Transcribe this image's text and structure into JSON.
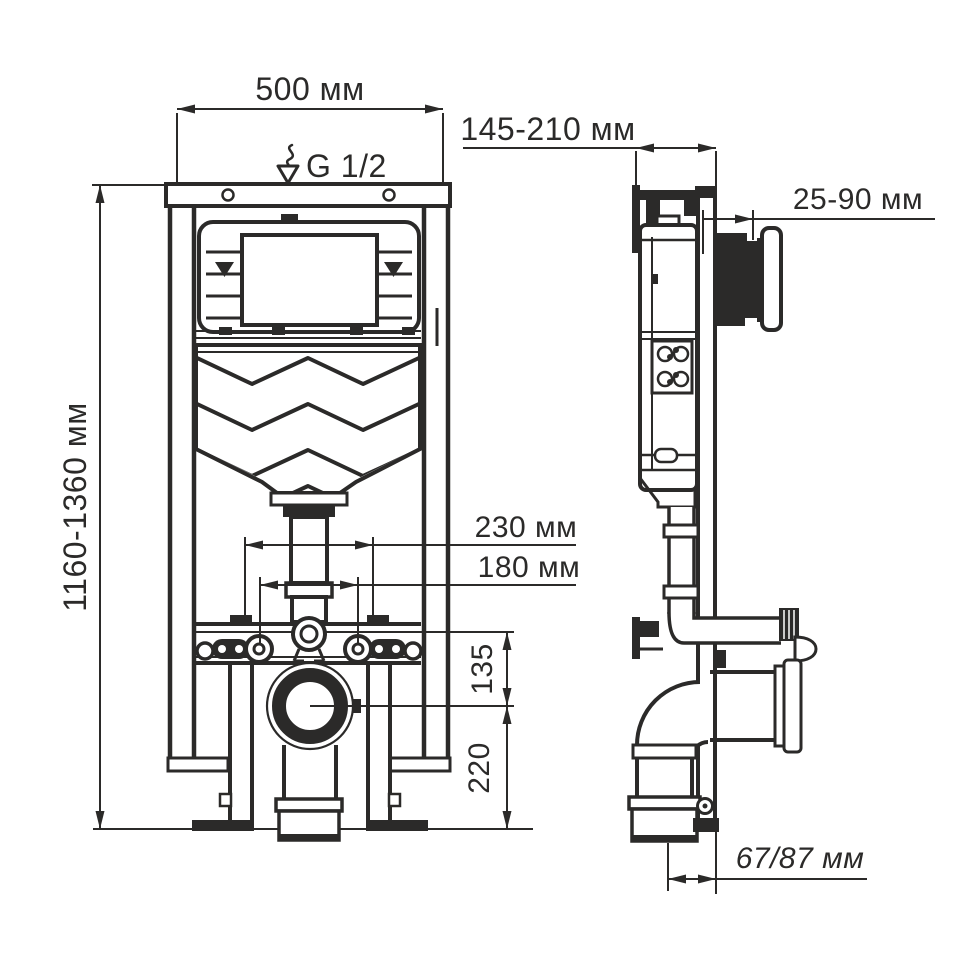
{
  "drawing": {
    "labels": {
      "frame_width": "500 мм",
      "water_inlet": "G 1/2",
      "frame_depth": "145-210 мм",
      "button_depth": "25-90 мм",
      "frame_height": "1160-1360 мм",
      "fixing_spacing_outer": "230 мм",
      "fixing_spacing_inner": "180 мм",
      "outlet_drop": "135",
      "outlet_floor_height": "220",
      "drain_wall_offset": "67/87 мм"
    },
    "colors": {
      "line": "#2b2a29",
      "background": "#ffffff"
    }
  }
}
